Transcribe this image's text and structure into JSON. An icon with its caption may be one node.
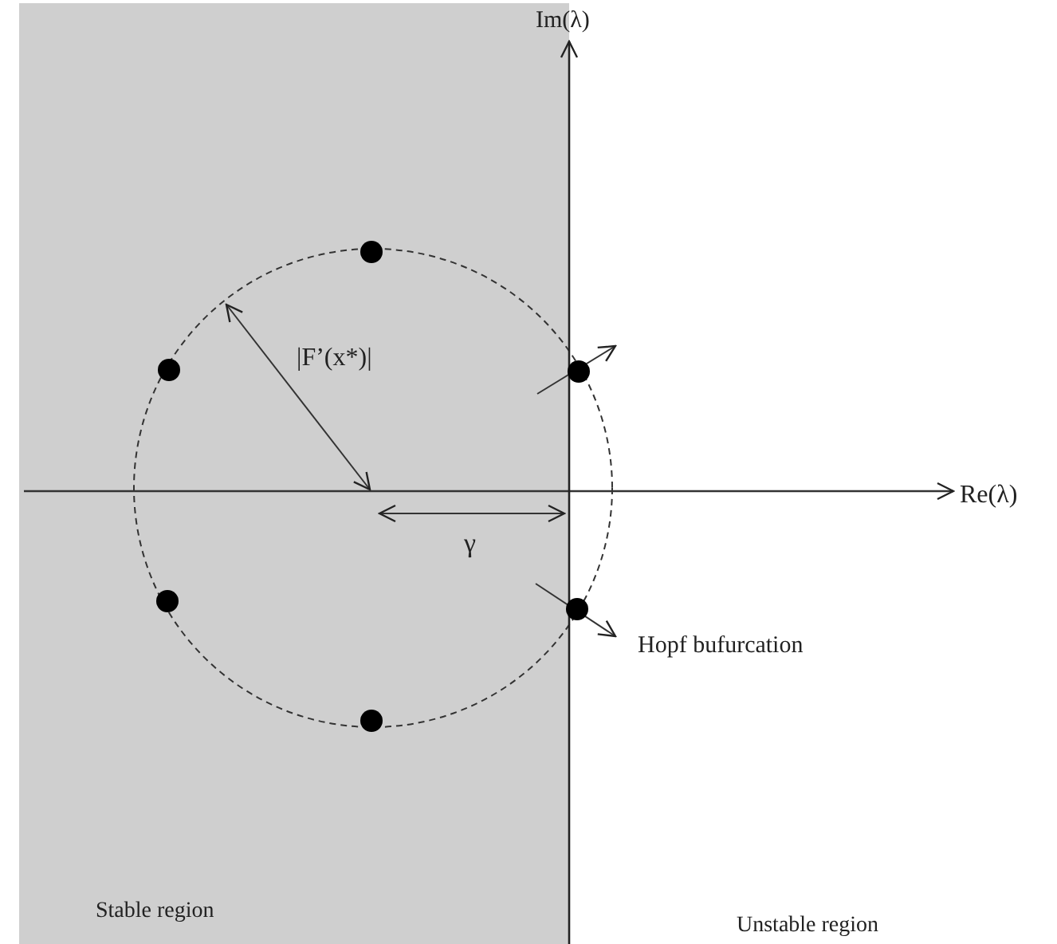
{
  "diagram": {
    "labels": [
      "Im(λ)",
      "|F’(x*)|",
      "Re(λ)",
      "γ",
      "Hopf bufurcation",
      "Stable region",
      "Unstable region"
    ]
  }
}
